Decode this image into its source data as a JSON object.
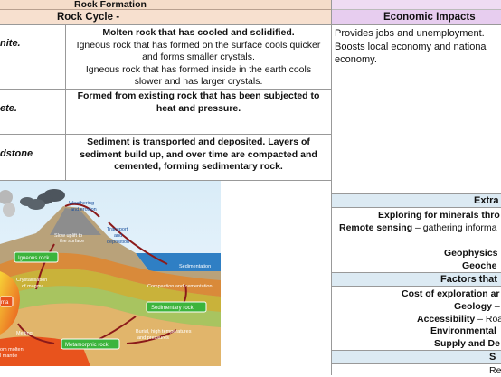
{
  "header": {
    "title": "Rock Formation",
    "subtitle": "Rock Cycle -",
    "economic_title": "Economic Impacts"
  },
  "rock_rows": [
    {
      "label": "nite.",
      "lines": [
        "Molten rock that has cooled and solidified.",
        "Igneous rock that has formed on the surface cools quicker",
        "and forms smaller crystals.",
        "Igneous rock that has formed inside in the earth cools",
        "slower and has larger crystals."
      ]
    },
    {
      "label": "ete.",
      "lines": [
        "Formed from existing rock that has been subjected to",
        "heat and pressure."
      ]
    },
    {
      "label": "dstone",
      "lines": [
        "Sediment is transported and deposited. Layers of",
        "sediment build up, and over time are compacted and",
        "cemented, forming sedimentary rock."
      ]
    }
  ],
  "economic": {
    "lines": [
      "Provides jobs and unemployment.",
      "Boosts local economy and nationa",
      "economy."
    ]
  },
  "extraction": {
    "header": "Extra",
    "line1": "Exploring for minerals thro",
    "remote_bold": "Remote sensing",
    "remote_rest": " – gathering informa",
    "geophysics": "Geophysics",
    "geochem": "Geoche"
  },
  "factors": {
    "header": "Factors that",
    "line1": "Cost of exploration ar",
    "geology_bold": "Geology",
    "geology_rest": " –",
    "access_bold": "Accessibility",
    "access_rest": " – Roa",
    "environmental": "Environmental",
    "supply": "Supply and De"
  },
  "bottom": {
    "header": "S",
    "text": "Re"
  },
  "diagram": {
    "labels": {
      "weathering": [
        "Weathering",
        "and erosion"
      ],
      "transport": [
        "Transport",
        "and",
        "deposition"
      ],
      "uplift": [
        "Slow uplift to",
        "the surface"
      ],
      "igneous": "Igneous rock",
      "sedimentation": "Sedimentation",
      "crystallisation": [
        "Crystallisation",
        "of magma"
      ],
      "compaction": "Compaction and cementation",
      "magma": "ma",
      "sedimentary": "Sedimentary rock",
      "melting": "Melting",
      "burial": [
        "Burial, high temperatures",
        "and pressures"
      ],
      "metamorphic": "Metamorphic rock",
      "molten": [
        "om molten",
        "l mantle"
      ]
    },
    "colors": {
      "label_green": "#3cb43c",
      "arrow": "#8b1a1a",
      "sea": "#2f7fc4",
      "magma": "#e8531d"
    }
  }
}
